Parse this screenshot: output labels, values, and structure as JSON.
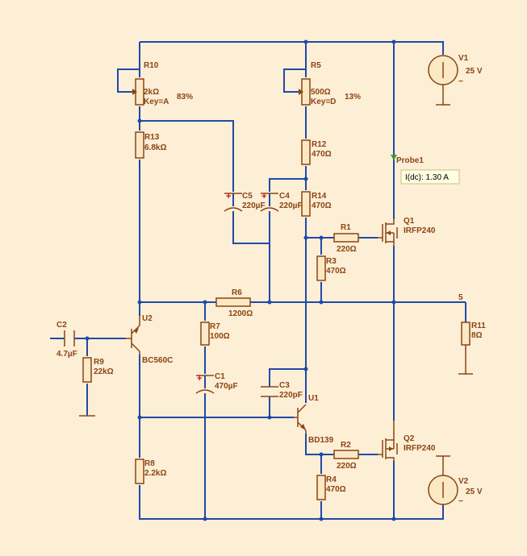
{
  "components": {
    "R10": {
      "ref": "R10",
      "value": "2kΩ",
      "key": "Key=A",
      "pct": "83%"
    },
    "R5": {
      "ref": "R5",
      "value": "500Ω",
      "key": "Key=D",
      "pct": "13%"
    },
    "R13": {
      "ref": "R13",
      "value": "6.8kΩ"
    },
    "R12": {
      "ref": "R12",
      "value": "470Ω"
    },
    "R14": {
      "ref": "R14",
      "value": "470Ω"
    },
    "C5": {
      "ref": "C5",
      "value": "220µF"
    },
    "C4": {
      "ref": "C4",
      "value": "220µF"
    },
    "R1": {
      "ref": "R1",
      "value": "220Ω"
    },
    "R3": {
      "ref": "R3",
      "value": "470Ω"
    },
    "R6": {
      "ref": "R6",
      "value": "1200Ω"
    },
    "R7": {
      "ref": "R7",
      "value": "100Ω"
    },
    "C1": {
      "ref": "C1",
      "value": "470µF"
    },
    "C2": {
      "ref": "C2",
      "value": "4.7µF"
    },
    "R9": {
      "ref": "R9",
      "value": "22kΩ"
    },
    "U2": {
      "ref": "U2",
      "value": "BC560C"
    },
    "C3": {
      "ref": "C3",
      "value": "220pF"
    },
    "U1": {
      "ref": "U1",
      "value": "BD139"
    },
    "R2": {
      "ref": "R2",
      "value": "220Ω"
    },
    "R4": {
      "ref": "R4",
      "value": "470Ω"
    },
    "R8": {
      "ref": "R8",
      "value": "2.2kΩ"
    },
    "Q1": {
      "ref": "Q1",
      "value": "IRFP240"
    },
    "Q2": {
      "ref": "Q2",
      "value": "IRFP240"
    },
    "R11": {
      "ref": "R11",
      "value": "8Ω"
    },
    "V1": {
      "ref": "V1",
      "value": "25 V"
    },
    "V2": {
      "ref": "V2",
      "value": "25 V"
    }
  },
  "probe": {
    "name": "Probe1",
    "readout": "I(dc): 1.30 A"
  },
  "node_label": "5"
}
